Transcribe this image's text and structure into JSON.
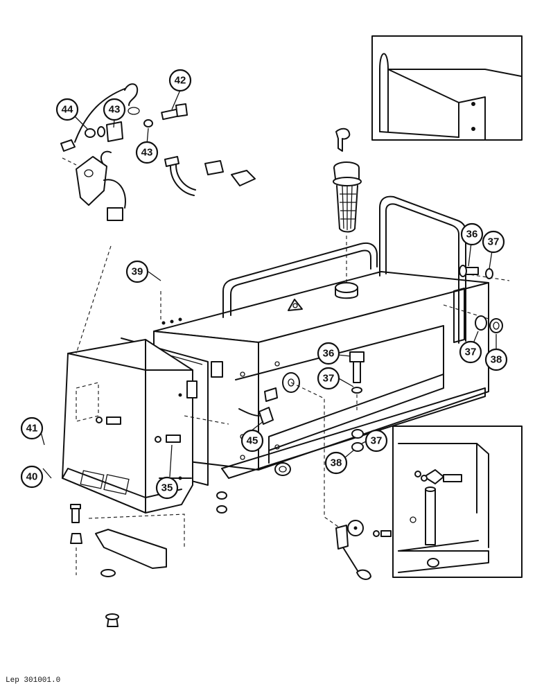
{
  "reference_code": "Lep 301001.0",
  "callouts": {
    "c35": "35",
    "c36a": "36",
    "c36b": "36",
    "c37a": "37",
    "c37b": "37",
    "c37c": "37",
    "c37d": "37",
    "c38a": "38",
    "c38b": "38",
    "c39": "39",
    "c40": "40",
    "c41": "41",
    "c42": "42",
    "c43a": "43",
    "c43b": "43",
    "c44": "44",
    "c45": "45"
  }
}
